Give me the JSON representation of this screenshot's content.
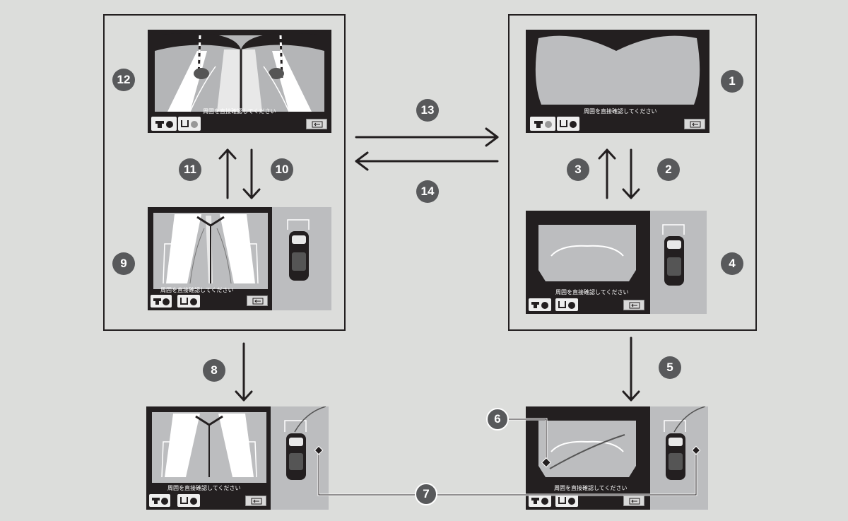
{
  "diagram": {
    "screen_notice": "周囲を直接確認してください",
    "callouts": [
      "1",
      "2",
      "3",
      "4",
      "5",
      "6",
      "7",
      "8",
      "9",
      "10",
      "11",
      "12",
      "13",
      "14"
    ],
    "colors": {
      "background": "#dcdddb",
      "frame": "#231f20",
      "screen": "#231f20",
      "callout": "#58595b",
      "view_fill": "#bcbdbf",
      "guide_line": "#ffffff"
    },
    "icons": [
      "camera-on-icon",
      "sonar-icon",
      "back-arrow-icon",
      "vehicle-icon"
    ]
  }
}
